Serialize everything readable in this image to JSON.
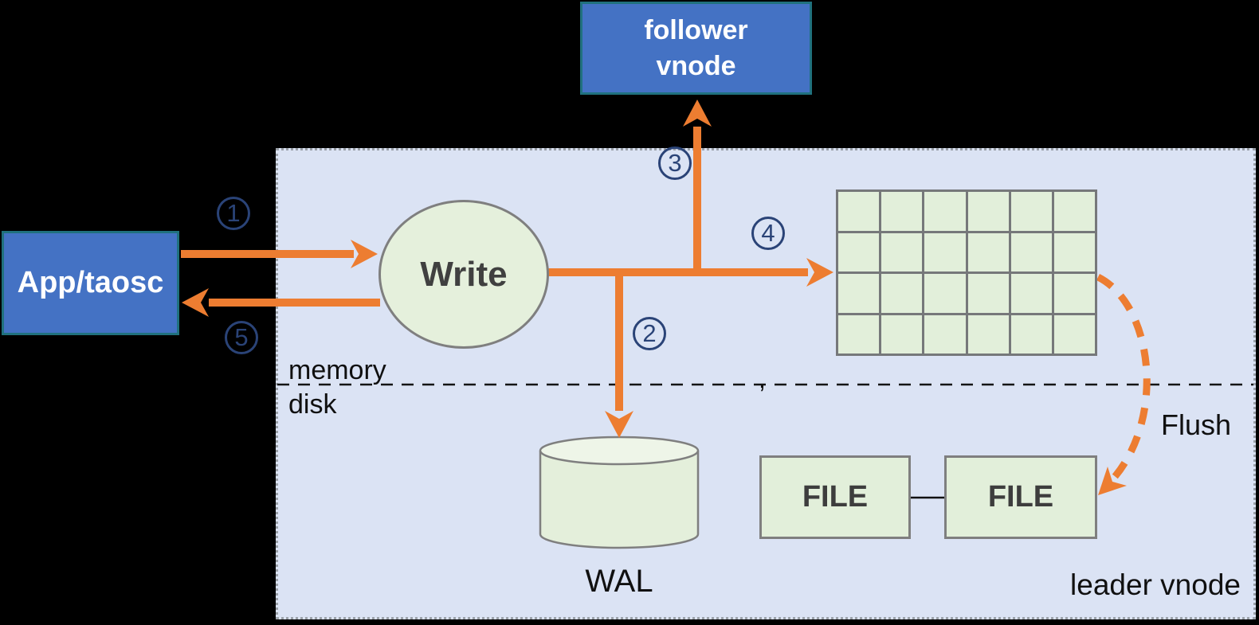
{
  "diagram": {
    "nodes": {
      "app": {
        "label": "App/taosc"
      },
      "follower_vnode": {
        "label": "follower vnode"
      },
      "write": {
        "label": "Write"
      },
      "wal": {
        "label": "WAL"
      },
      "file_left": {
        "label": "FILE"
      },
      "file_right": {
        "label": "FILE"
      },
      "leader_vnode": {
        "label": "leader vnode"
      }
    },
    "region_labels": {
      "memory": "memory",
      "disk": "disk"
    },
    "flow_labels": {
      "flush": "Flush",
      "comma": ","
    },
    "steps": [
      {
        "n": "1"
      },
      {
        "n": "2"
      },
      {
        "n": "3"
      },
      {
        "n": "4"
      },
      {
        "n": "5"
      }
    ],
    "memtable_grid": {
      "rows": 4,
      "cols": 6
    },
    "colors": {
      "arrow_orange": "#ED7D31",
      "node_blue": "#4472C4",
      "node_border_teal": "#20717E",
      "shape_green": "#E2EFDA",
      "step_navy": "#2A4377",
      "leader_region_bg": "#DBE3F4",
      "background": "#000000"
    }
  }
}
